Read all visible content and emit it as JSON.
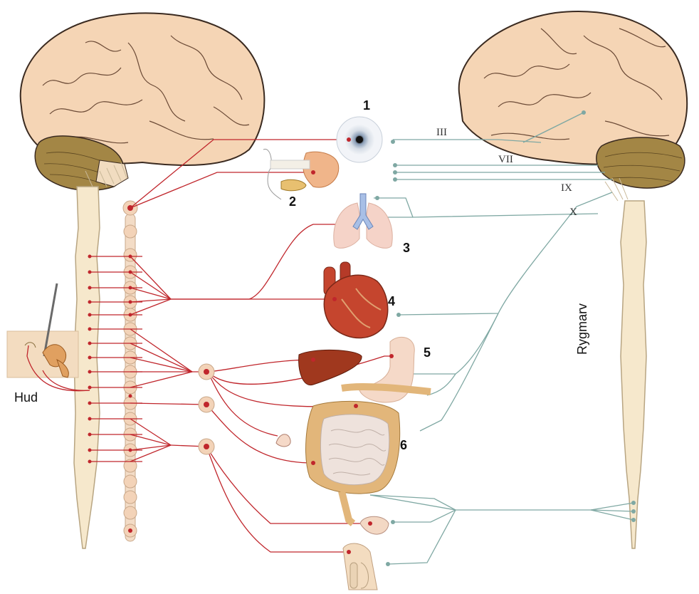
{
  "labels": {
    "n1": "1",
    "n2": "2",
    "n3": "3",
    "n4": "4",
    "n5": "5",
    "n6": "6",
    "skin": "Hud",
    "spinal_cord": "Rygmarv",
    "cn3": "III",
    "cn7": "VII",
    "cn9": "IX",
    "cn10": "X"
  },
  "colors": {
    "sympathetic": "#c0262c",
    "parasympathetic": "#7fa8a3",
    "brain": "#f5d5b5",
    "cerebellum": "#a38645",
    "spinal": "#f6e8cc",
    "ganglion": "#e8b28c",
    "heart": "#c5452e",
    "liver": "#a0381e",
    "lung": "#f5d3c8",
    "intestine": "#eee2dc",
    "colon": "#e2b67a"
  }
}
